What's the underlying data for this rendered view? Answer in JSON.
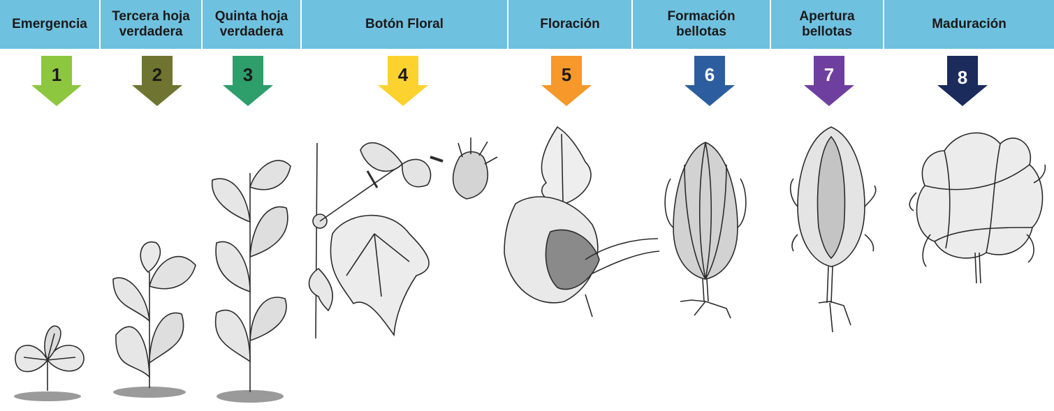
{
  "stages": [
    {
      "num": "1",
      "label": "Emergencia",
      "color": "#8dc63f",
      "icon": "seedling-cotyledons-drawing"
    },
    {
      "num": "2",
      "label": "Tercera hoja\nverdadera",
      "color": "#6f7530",
      "icon": "young-plant-three-leaves-drawing"
    },
    {
      "num": "3",
      "label": "Quinta hoja\nverdadera",
      "color": "#2e9e6a",
      "icon": "plant-five-leaves-drawing"
    },
    {
      "num": "4",
      "label": "Botón Floral",
      "color": "#fcd22f",
      "icon": "stem-with-flower-bud-drawing"
    },
    {
      "num": "5",
      "label": "Floración",
      "color": "#f6982a",
      "icon": "cotton-flower-drawing"
    },
    {
      "num": "6",
      "label": "Formación\nbellotas",
      "color": "#2c5e9f",
      "icon": "developing-boll-drawing"
    },
    {
      "num": "7",
      "label": "Apertura\nbellotas",
      "color": "#6f3fa0",
      "icon": "opening-boll-drawing"
    },
    {
      "num": "8",
      "label": "Maduración",
      "color": "#1a2b5c",
      "icon": "open-cotton-boll-drawing"
    }
  ],
  "colors": {
    "header": "#6fc1e0",
    "ink": "#2b2b2b"
  }
}
